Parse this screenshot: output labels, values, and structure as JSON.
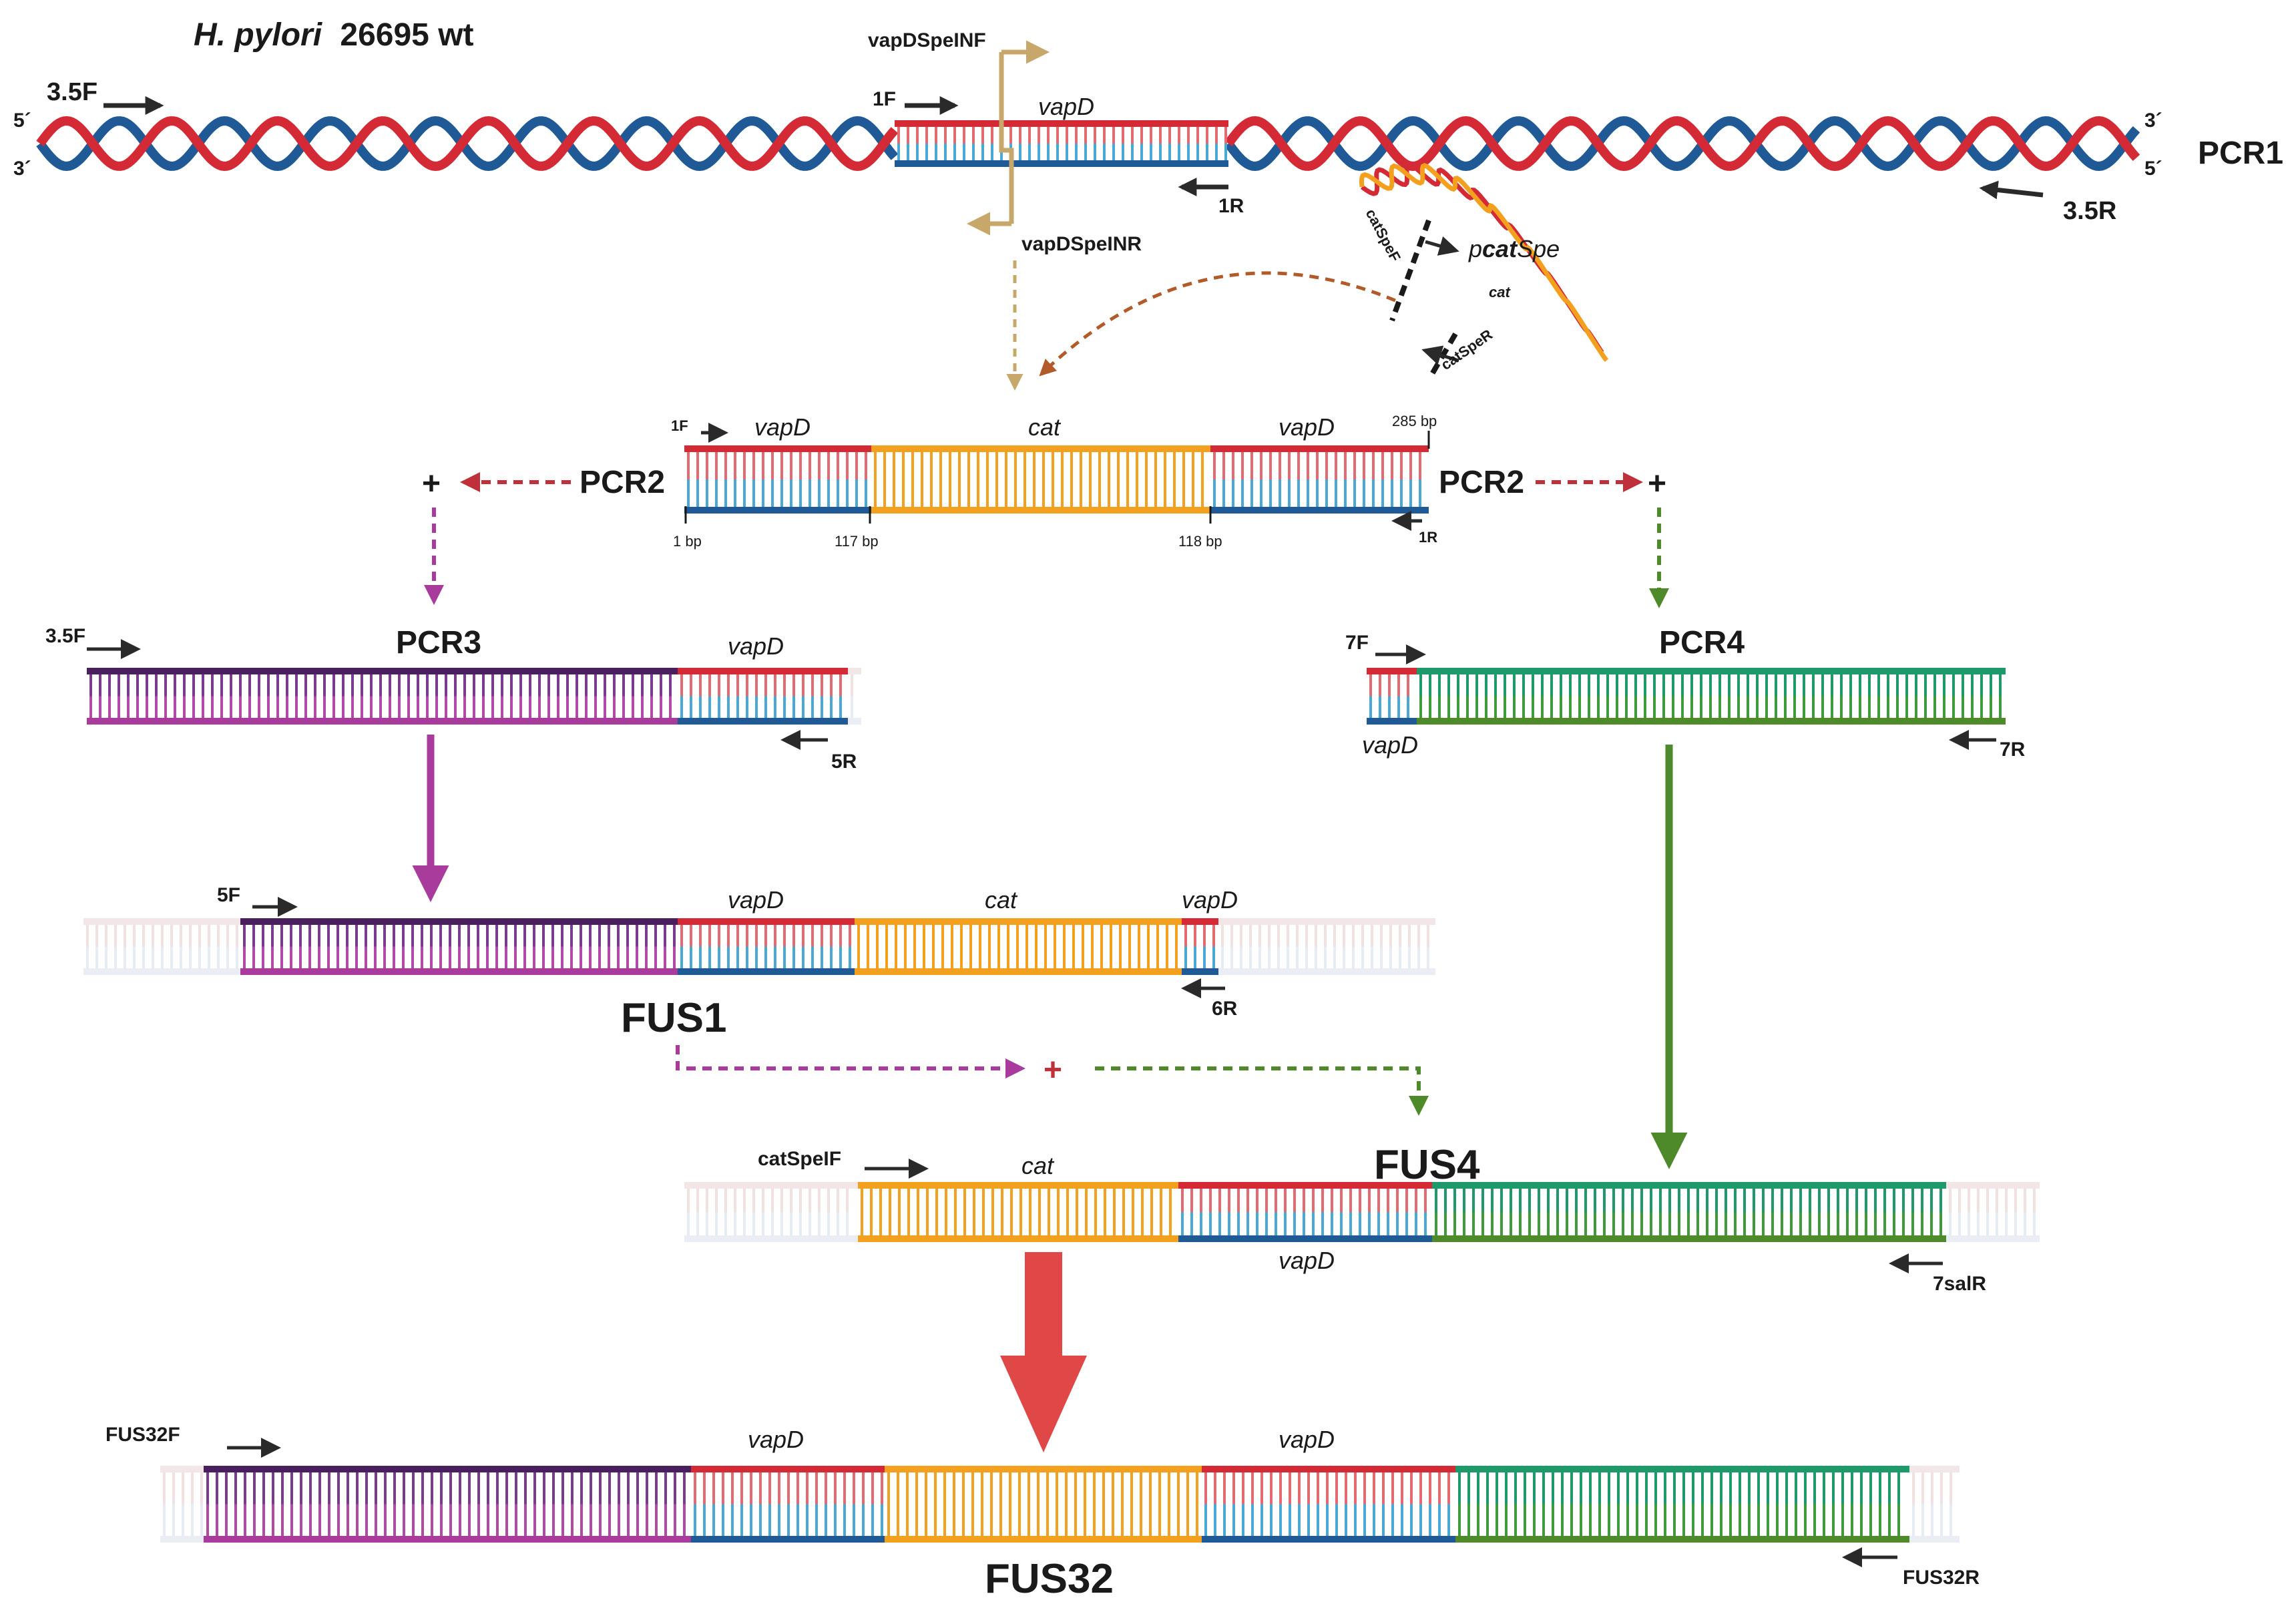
{
  "title": {
    "species": "H. pylori",
    "strain": "26695 wt"
  },
  "ends": {
    "five_prime": "5´",
    "three_prime": "3´"
  },
  "pcr_steps": {
    "pcr1": "PCR1",
    "pcr2": "PCR2",
    "pcr3": "PCR3",
    "pcr4": "PCR4"
  },
  "fusions": {
    "fus1": "FUS1",
    "fus4": "FUS4",
    "fus32": "FUS32"
  },
  "genes": {
    "vapD": "vapD",
    "cat": "cat"
  },
  "plasmid": {
    "prefix": "p",
    "middle": "cat",
    "suffix": "Spe"
  },
  "primers": {
    "p3_5F": "3.5F",
    "p3_5R": "3.5R",
    "p1F": "1F",
    "p1R": "1R",
    "vapDSpeINF": "vapDSpeINF",
    "vapDSpeINR": "vapDSpeINR",
    "catSpeF": "catSpeF",
    "catSpeR": "catSpeR",
    "p5R": "5R",
    "p5F": "5F",
    "p6R": "6R",
    "p7F": "7F",
    "p7R": "7R",
    "catSpeIF": "catSpeIF",
    "p7salR": "7salR",
    "FUS32F": "FUS32F",
    "FUS32R": "FUS32R"
  },
  "positions": {
    "bp1": "1 bp",
    "bp117": "117 bp",
    "bp118": "118 bp",
    "bp285": "285 bp"
  },
  "plus": "+",
  "colors": {
    "red": "#d42a35",
    "blue": "#1f5a96",
    "orange": "#f2a01e",
    "purple_dark": "#4a1f5e",
    "magenta": "#a83b9b",
    "green": "#1e9a6a",
    "green_arrow": "#4f8a2a",
    "tan": "#c8a86a",
    "brown": "#b35a2a",
    "fus_arrow": "#e04848"
  }
}
